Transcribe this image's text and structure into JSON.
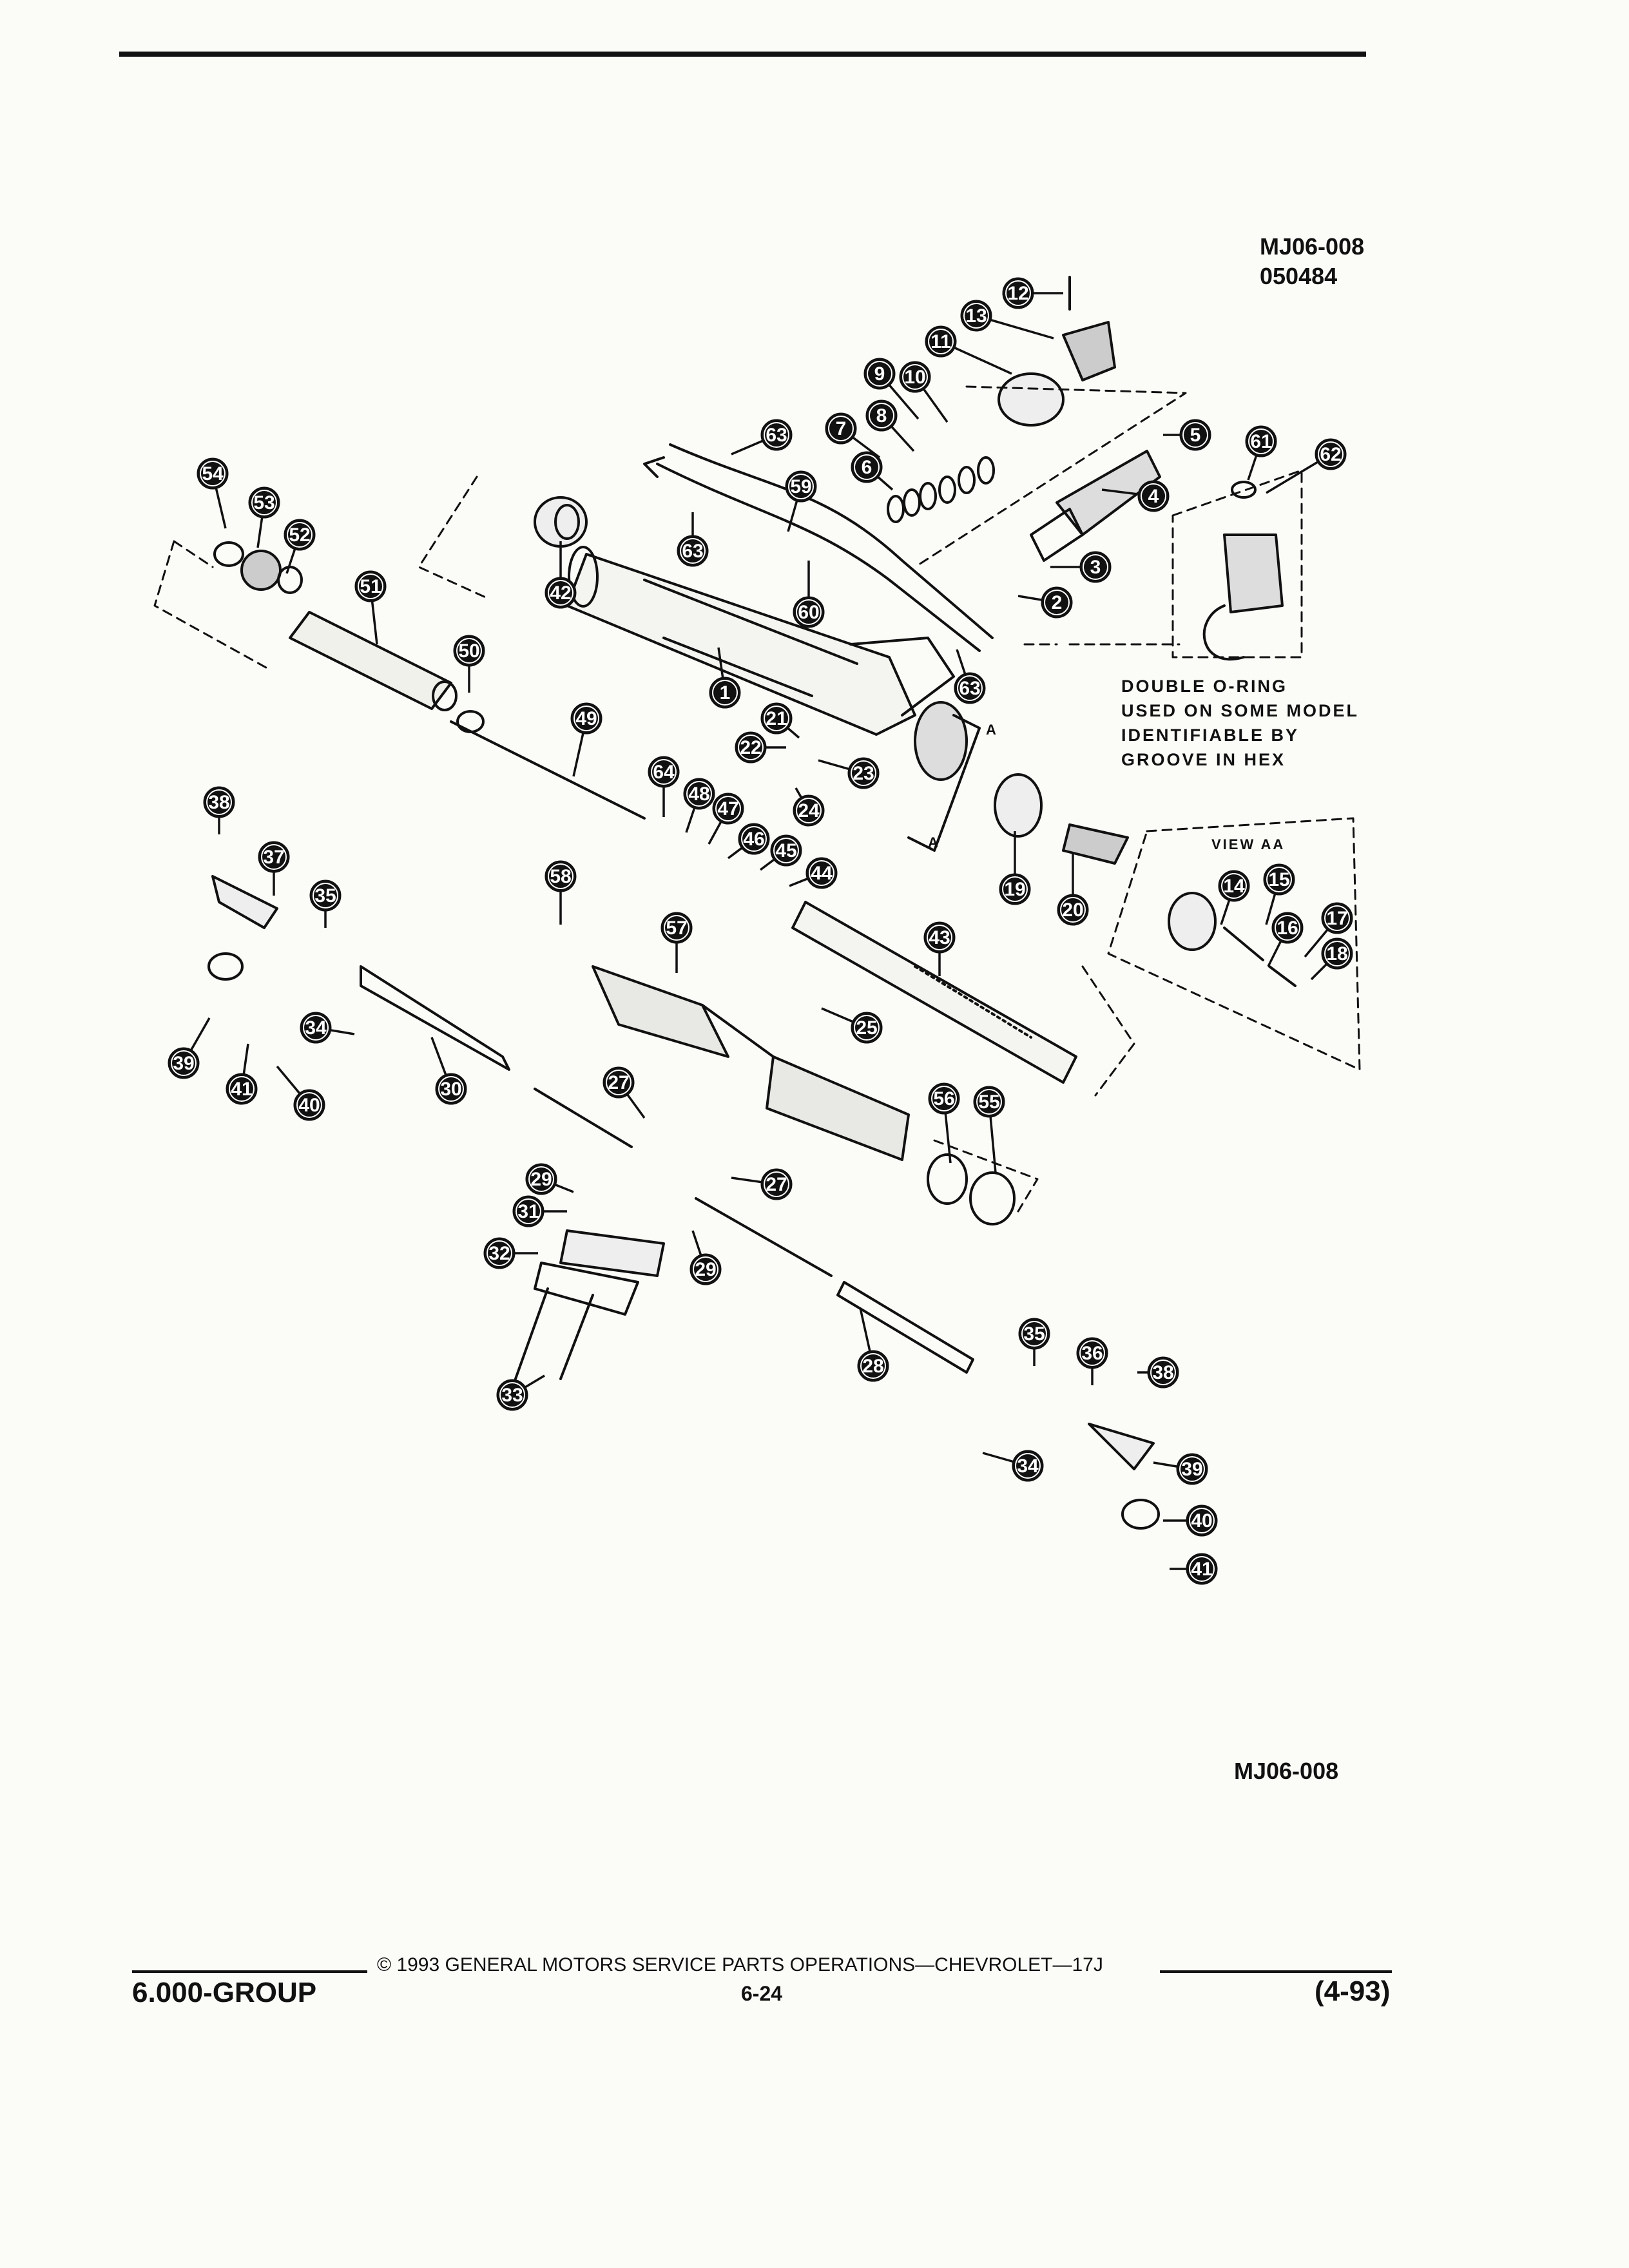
{
  "header": {
    "ref_code": "MJ06-008",
    "ref_date": "050484"
  },
  "notes": {
    "double_o_ring": [
      "DOUBLE O-RING",
      "USED ON SOME MODEL",
      "IDENTIFIABLE BY",
      "GROOVE IN HEX"
    ],
    "view_label": "VIEW AA",
    "section_letter": "A"
  },
  "figure_id": "MJ06-008",
  "callouts": [
    "1",
    "2",
    "3",
    "4",
    "5",
    "6",
    "7",
    "8",
    "9",
    "10",
    "11",
    "12",
    "13",
    "14",
    "15",
    "16",
    "17",
    "18",
    "19",
    "20",
    "21",
    "22",
    "23",
    "24",
    "25",
    "27",
    "28",
    "29",
    "30",
    "31",
    "32",
    "33",
    "34",
    "35",
    "36",
    "37",
    "38",
    "39",
    "40",
    "41",
    "42",
    "43",
    "44",
    "45",
    "46",
    "47",
    "48",
    "49",
    "50",
    "51",
    "52",
    "53",
    "54",
    "55",
    "56",
    "57",
    "58",
    "59",
    "60",
    "61",
    "62",
    "63",
    "64"
  ],
  "footer": {
    "copyright": "© 1993 GENERAL MOTORS SERVICE PARTS OPERATIONS—CHEVROLET—17J",
    "group": "6.000-GROUP",
    "page": "6-24",
    "revision": "(4-93)"
  }
}
